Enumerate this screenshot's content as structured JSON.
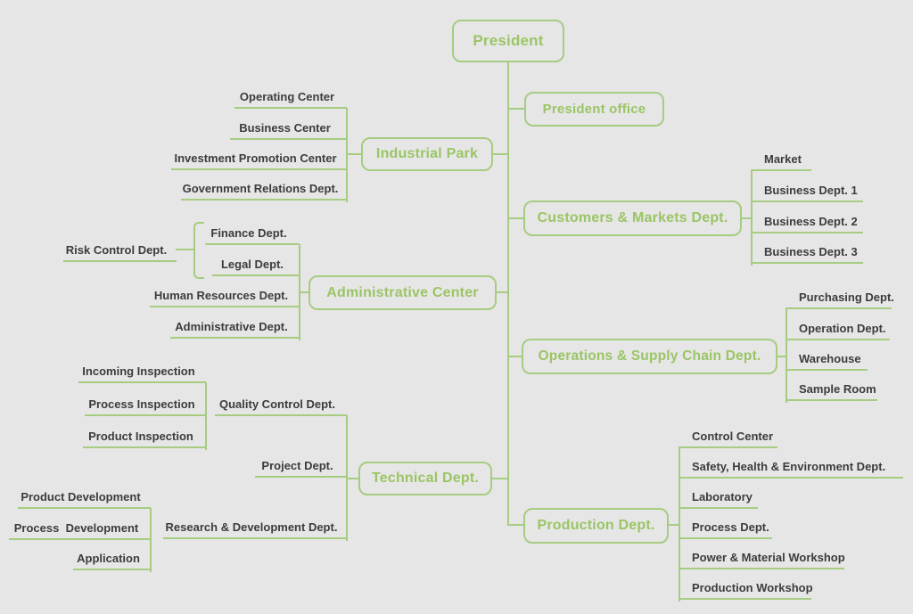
{
  "palette": {
    "background": "#e7e6e6",
    "line_green": "#a6cc81",
    "title_green": "#9ac565",
    "text_dark": "#3c3c3e"
  },
  "root": {
    "label": "President"
  },
  "branches": {
    "president_office": {
      "label": "President office"
    },
    "industrial_park": {
      "label": "Industrial Park",
      "children": [
        "Operating Center",
        "Business Center",
        "Investment Promotion Center",
        "Government Relations Dept."
      ]
    },
    "customers_markets": {
      "label": "Customers & Markets Dept.",
      "children": [
        "Market",
        "Business Dept. 1",
        "Business Dept. 2",
        "Business Dept. 3"
      ]
    },
    "administrative_center": {
      "label": "Administrative Center",
      "children": [
        "Finance Dept.",
        "Legal Dept.",
        "Human Resources Dept.",
        "Administrative Dept."
      ],
      "summary": "Risk Control Dept."
    },
    "operations_supply_chain": {
      "label": "Operations & Supply Chain Dept.",
      "children": [
        "Purchasing Dept.",
        "Operation Dept.",
        "Warehouse",
        "Sample Room"
      ]
    },
    "technical": {
      "label": "Technical Dept.",
      "children": {
        "quality_control": {
          "label": "Quality Control Dept.",
          "children": [
            "Incoming Inspection",
            "Process Inspection",
            "Product Inspection"
          ]
        },
        "project": {
          "label": "Project Dept."
        },
        "research_development": {
          "label": "Research & Development Dept.",
          "children": [
            "Product Development",
            "Process  Development",
            "Application"
          ]
        }
      }
    },
    "production": {
      "label": "Production Dept.",
      "children": [
        "Control Center",
        "Safety, Health & Environment Dept.",
        "Laboratory",
        "Process Dept.",
        "Power & Material Workshop",
        "Production Workshop"
      ]
    }
  }
}
